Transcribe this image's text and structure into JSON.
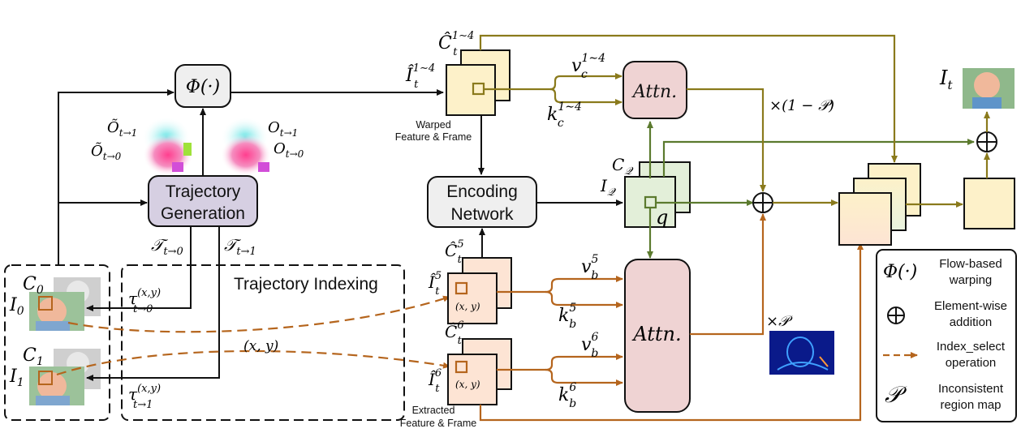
{
  "labels": {
    "phi_op": "Φ(·)",
    "trajectory_generation_line1": "Trajectory",
    "trajectory_generation_line2": "Generation",
    "encoding_network_line1": "Encoding",
    "encoding_network_line2": "Network",
    "trajectory_indexing": "Trajectory Indexing",
    "attn_top": "Attn.",
    "attn_bottom": "Attn.",
    "warped_line1": "Warped",
    "warped_line2": "Feature & Frame",
    "extracted_line1": "Extracted",
    "extracted_line2": "Feature & Frame",
    "one_minus_p": "×(1 − 𝒫)",
    "times_p": "×𝒫",
    "xy_center": "(x, y)",
    "xy_box1": "(x, y)",
    "xy_box2": "(x, y)",
    "q": "q",
    "I_t": "I",
    "I_t_sub": "t"
  },
  "math": {
    "C_hat_top": "Ĉ",
    "C_hat_top_sup": "1∼4",
    "C_hat_top_sub": "t",
    "I_hat_top": "Î",
    "I_hat_top_sup": "1∼4",
    "I_hat_top_sub": "t",
    "v_c": "v",
    "v_c_sub": "c",
    "v_c_sup": "1∼4",
    "k_c": "k",
    "k_c_sub": "c",
    "k_c_sup": "1∼4",
    "C_Q": "C",
    "C_Q_sub": "𝒬",
    "I_Q": "I",
    "I_Q_sub": "𝒬",
    "O_t1_tilde": "Õ",
    "O_t1_tilde_sub": "t→1",
    "O_t0_tilde": "Õ",
    "O_t0_tilde_sub": "t→0",
    "O_t1": "O",
    "O_t1_sub": "t→1",
    "O_t0": "O",
    "O_t0_sub": "t→0",
    "T_t0": "𝒯",
    "T_t0_sub": "t→0",
    "T_t1": "𝒯",
    "T_t1_sub": "t→1",
    "tau_t0": "τ",
    "tau_t0_sup": "(x,y)",
    "tau_t0_sub": "t→0",
    "tau_t1": "τ",
    "tau_t1_sup": "(x,y)",
    "tau_t1_sub": "t→1",
    "C0": "C",
    "C0_sub": "0",
    "I0": "I",
    "I0_sub": "0",
    "C1": "C",
    "C1_sub": "1",
    "I1": "I",
    "I1_sub": "1",
    "C_hat_5": "Ĉ",
    "C_hat_5_sup": "5",
    "C_hat_5_sub": "t",
    "I_hat_5": "Î",
    "I_hat_5_sup": "5",
    "I_hat_5_sub": "t",
    "C_hat_6": "Ĉ",
    "C_hat_6_sup": "6",
    "C_hat_6_sub": "t",
    "I_hat_6": "Î",
    "I_hat_6_sup": "6",
    "I_hat_6_sub": "t",
    "v_b5": "v",
    "v_b5_sub": "b",
    "v_b5_sup": "5",
    "k_b5": "k",
    "k_b5_sub": "b",
    "k_b5_sup": "5",
    "v_b6": "v",
    "v_b6_sub": "b",
    "v_b6_sup": "6",
    "k_b6": "k",
    "k_b6_sub": "b",
    "k_b6_sup": "6"
  },
  "legend": {
    "items": [
      {
        "symbol": "Φ(·)",
        "line1": "Flow-based",
        "line2": "warping"
      },
      {
        "symbol": "⊕",
        "line1": "Element-wise",
        "line2": "addition"
      },
      {
        "symbol": "dashed-arrow",
        "line1": "Index_select",
        "line2": "operation"
      },
      {
        "symbol": "𝒫",
        "line1": "Inconsistent",
        "line2": "region map"
      }
    ]
  },
  "colors": {
    "brown": "#b5651d",
    "olive": "#8a7a1c",
    "green": "#5b7a2e",
    "black": "#111111",
    "attn_fill": "#efd3d3",
    "gray_fill": "#efefef",
    "traj_fill": "#d6cfe2",
    "yellow_fill": "#fdf1c9",
    "green_fill": "#e3efd9",
    "peach_fill": "#fde4d4"
  }
}
